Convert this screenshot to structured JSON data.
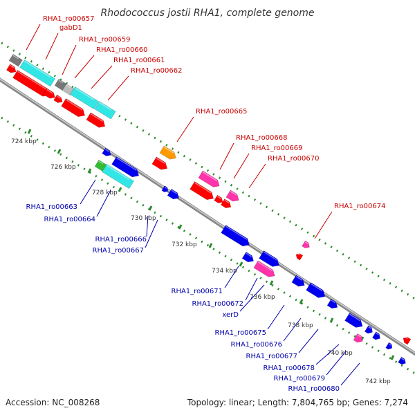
{
  "title": "Rhodococcus jostii RHA1, complete genome",
  "footer": {
    "accession": "Accession: NC_008268",
    "topology": "Topology: linear; Length: 7,804,765 bp; Genes: 7,274"
  },
  "colors": {
    "red": "#ff0000",
    "cyan": "#33e6e6",
    "gray": "#777777",
    "lightgray": "#bbbbbb",
    "orange": "#ff9900",
    "pink": "#ff33aa",
    "blue": "#0000ee",
    "green": "#33bb33",
    "tick": "#2a8a2a",
    "backbone": "#999999",
    "redLabel": "#c80000",
    "blueLabel": "#0000aa"
  },
  "axis_labels": [
    "724 kbp",
    "726 kbp",
    "728 kbp",
    "730 kbp",
    "732 kbp",
    "734 kbp",
    "736 kbp",
    "738 kbp",
    "740 kbp",
    "742 kbp"
  ],
  "top_labels": [
    "RHA1_ro00657",
    "gabD1",
    "RHA1_ro00659",
    "RHA1_ro00660",
    "RHA1_ro00661",
    "RHA1_ro00662",
    "RHA1_ro00665",
    "RHA1_ro00668",
    "RHA1_ro00669",
    "RHA1_ro00670",
    "RHA1_ro00674"
  ],
  "bottom_labels": [
    "RHA1_ro00663",
    "RHA1_ro00664",
    "RHA1_ro00666",
    "RHA1_ro00667",
    "RHA1_ro00671",
    "RHA1_ro00672",
    "xerD",
    "RHA1_ro00675",
    "RHA1_ro00676",
    "RHA1_ro00677",
    "RHA1_ro00678",
    "RHA1_ro00679",
    "RHA1_ro00680"
  ]
}
